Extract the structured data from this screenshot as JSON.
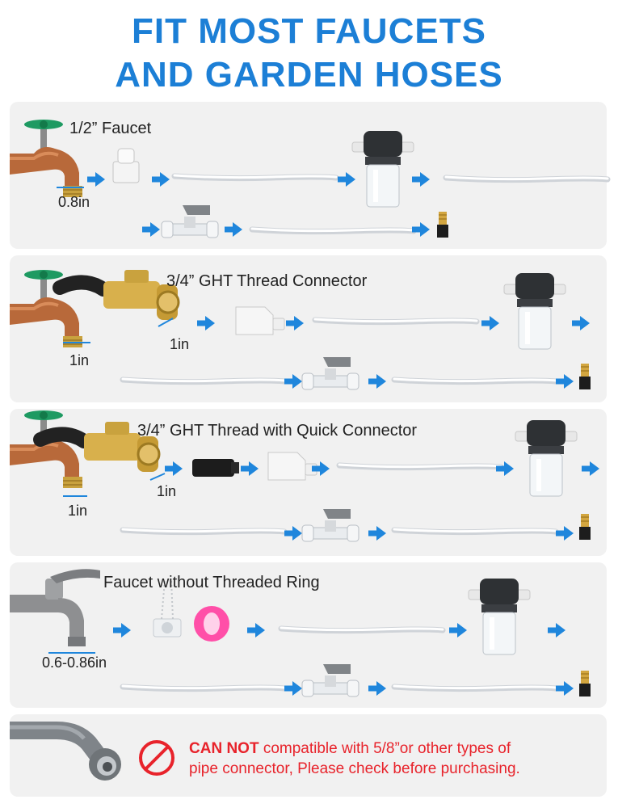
{
  "header": {
    "line1": "FIT MOST FAUCETS",
    "line2": "AND GARDEN HOSES"
  },
  "panels": [
    {
      "label": "1/2” Faucet",
      "sizes": [
        "0.8in"
      ]
    },
    {
      "label": "3/4” GHT Thread Connector",
      "sizes": [
        "1in",
        "1in"
      ]
    },
    {
      "label": "3/4” GHT Thread with Quick Connector",
      "sizes": [
        "1in",
        "1in"
      ]
    },
    {
      "label": "Faucet without Threaded Ring",
      "sizes": [
        "0.6-0.86in"
      ]
    }
  ],
  "warning": {
    "strong": "CAN NOT",
    "rest": " compatible with 5/8”or other types of",
    "line2": "pipe connector, Please check before purchasing."
  },
  "colors": {
    "title": "#1c7fd6",
    "arrow": "#1f86dc",
    "warning": "#e8232b",
    "panel": "#f1f1f1"
  },
  "icons": [
    "faucet-icon",
    "arrow-right-icon",
    "hose-tube-icon",
    "filter-housing-icon",
    "ball-valve-icon",
    "brass-nozzle-icon",
    "hose-connector-icon",
    "no-entry-icon"
  ]
}
